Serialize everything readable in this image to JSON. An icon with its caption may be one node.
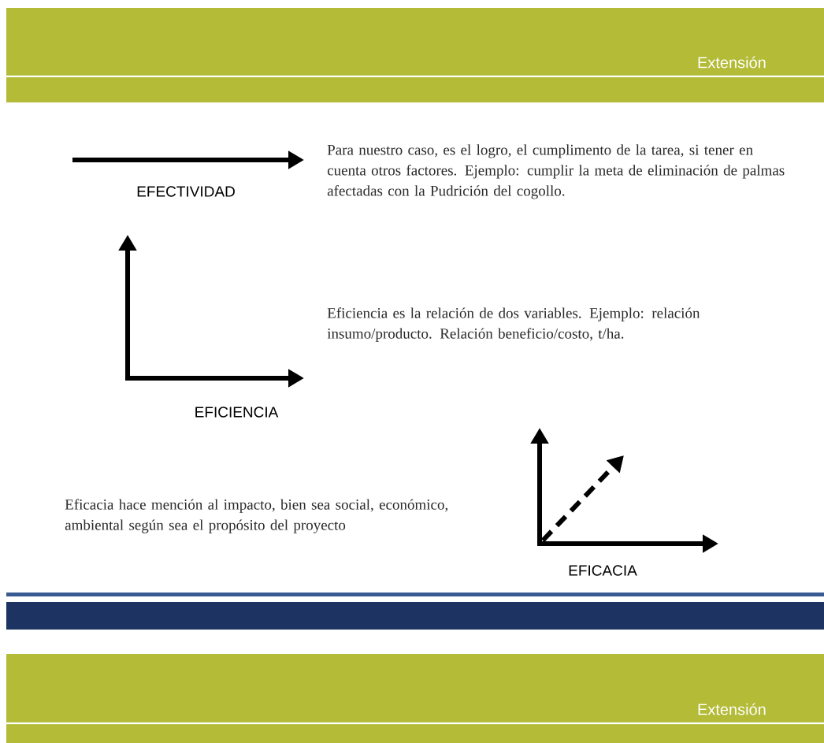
{
  "diagram": {
    "labels": [
      "Extensión",
      "Para nuestro caso, es el logro, el cumplimento de la tarea, si tener en cuenta otros factores. Ejemplo: cumplir la meta de eliminación de palmas afectadas con la Pudrición del cogollo.",
      "EFECTIVIDAD",
      "Eficiencia es la relación de dos variables. Ejemplo: relación insumo/producto. Relación beneficio/costo, t/ha.",
      "EFICIENCIA",
      "Eficacia hace mención al impacto, bien sea social, económico, ambiental según sea el propósito del proyecto",
      "EFICACIA",
      "Extensión"
    ]
  }
}
